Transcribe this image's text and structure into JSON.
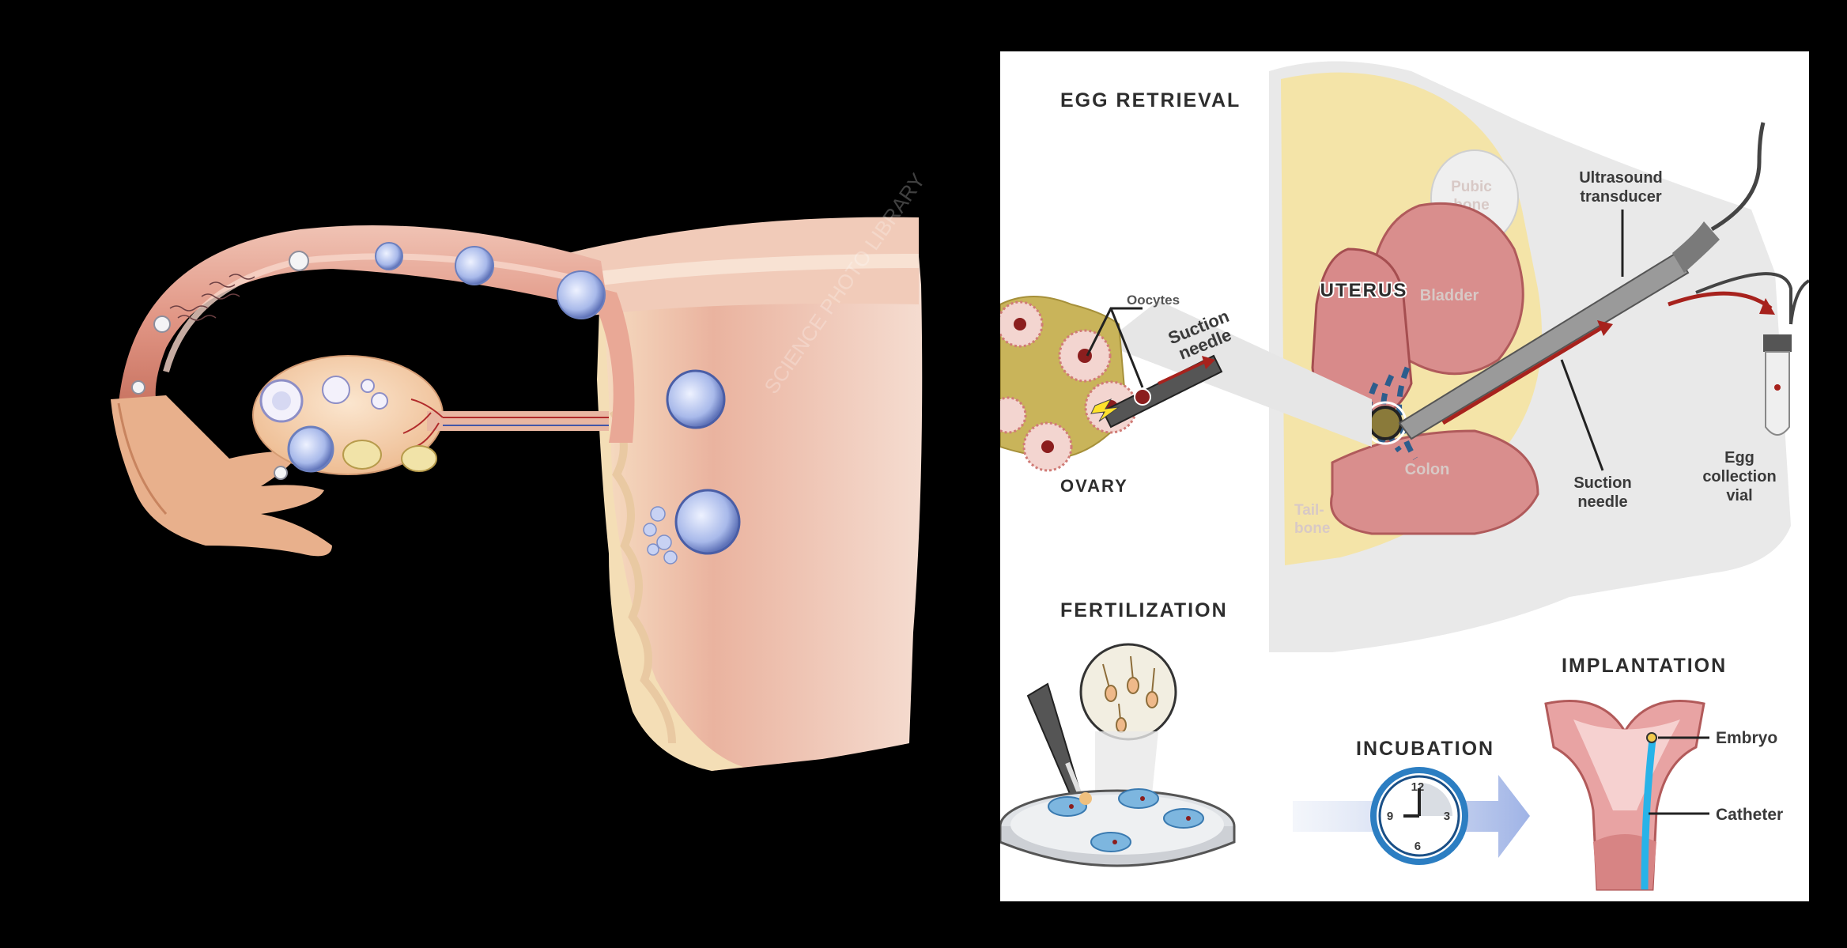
{
  "left_watermark": "SCIENCE PHOTO LIBRARY",
  "panel": {
    "egg_retrieval": "EGG RETRIEVAL",
    "ovary": "OVARY",
    "oocytes": "Oocytes",
    "suction_needle_inset": [
      "Suction",
      "needle"
    ],
    "uterus": "UTERUS",
    "pubic_bone": [
      "Pubic",
      "bone"
    ],
    "bladder": "Bladder",
    "colon": "Colon",
    "tailbone": [
      "Tail-",
      "bone"
    ],
    "ultrasound": [
      "Ultrasound",
      "transducer"
    ],
    "suction_needle": [
      "Suction",
      "needle"
    ],
    "egg_vial": [
      "Egg",
      "collection",
      "vial"
    ],
    "fertilization": "FERTILIZATION",
    "incubation": "INCUBATION",
    "implantation": "IMPLANTATION",
    "embryo": "Embryo",
    "catheter": "Catheter",
    "clock_numbers": [
      "12",
      "3",
      "6",
      "9"
    ]
  },
  "colors": {
    "tissue_pink": "#e8a79a",
    "tissue_dark": "#c9685b",
    "cream": "#f3dfb8",
    "ovary_gold": "#c8b158",
    "needle_red": "#a7221d",
    "ultrasound_blue": "#2d5d8c",
    "clock_blue": "#2c7ec2",
    "catheter_blue": "#28b3e8",
    "cell_blue": "#9fb3e6"
  }
}
